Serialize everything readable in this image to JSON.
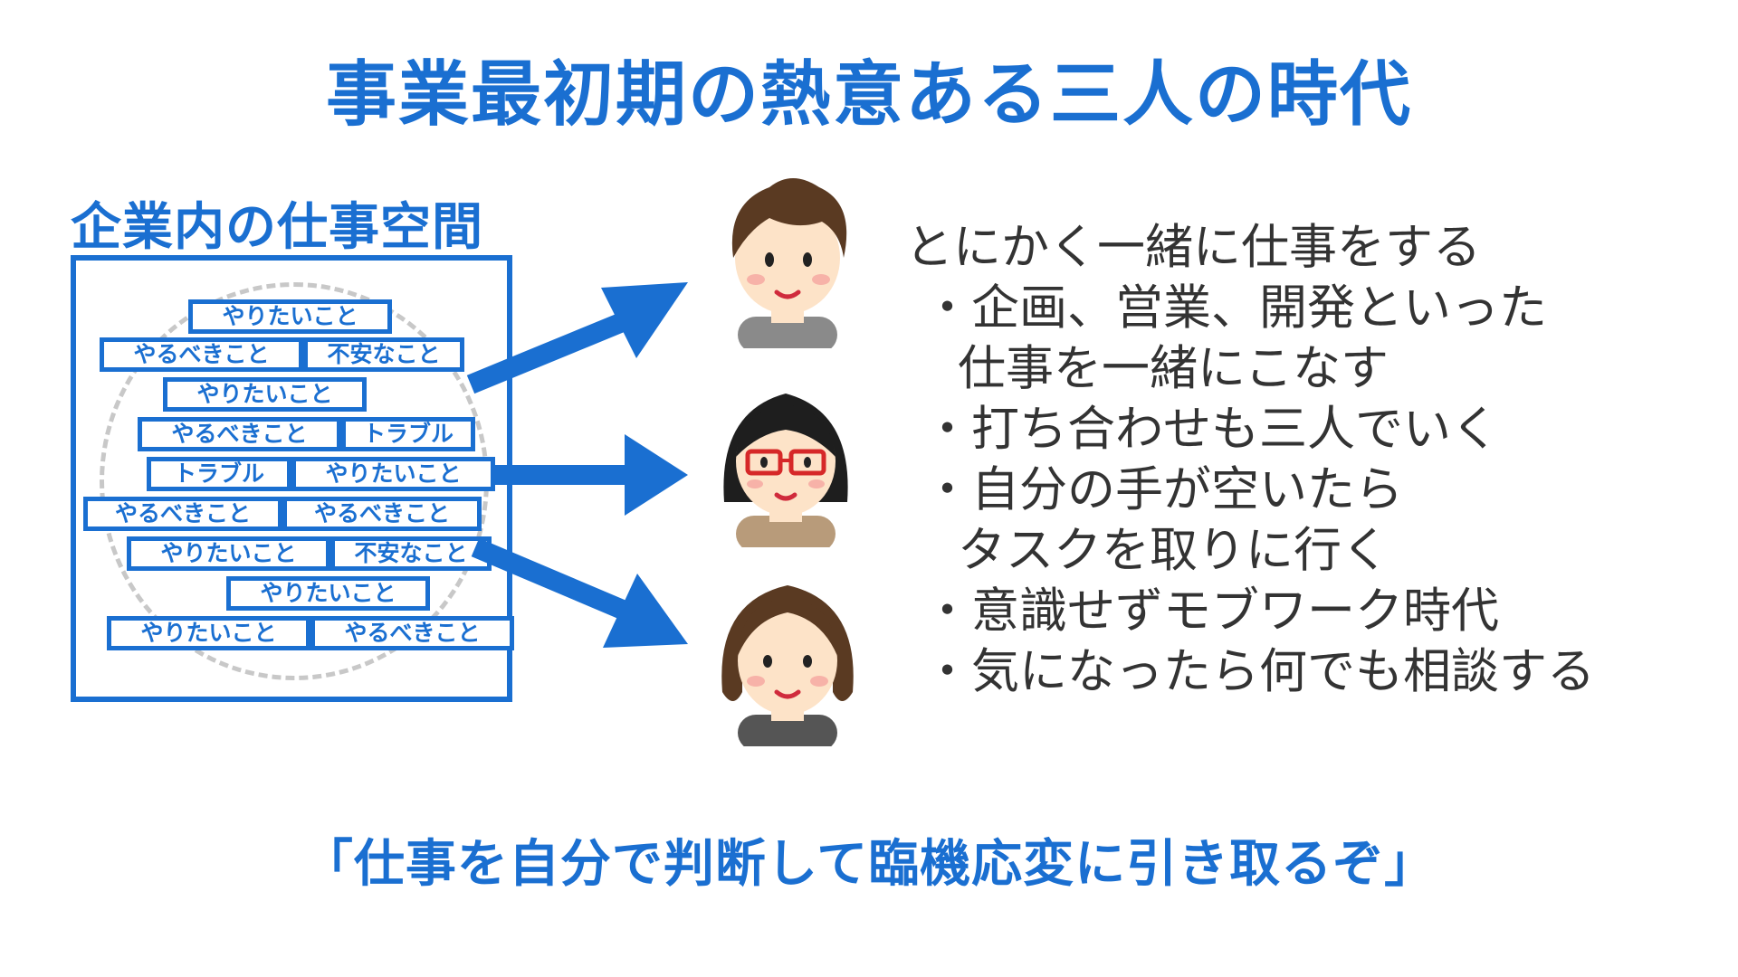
{
  "title": "事業最初期の熱意ある三人の時代",
  "workspace": {
    "label": "企業内の仕事空間",
    "tasks": [
      "やりたいこと",
      "やるべきこと",
      "不安なこと",
      "やりたいこと",
      "やるべきこと",
      "トラブル",
      "トラブル",
      "やりたいこと",
      "やるべきこと",
      "やるべきこと",
      "やりたいこと",
      "不安なこと",
      "やりたいこと",
      "やりたいこと",
      "やるべきこと"
    ]
  },
  "people": [
    {
      "name": "person-1-icon",
      "hair": "#5a3a22",
      "skin": "#fde3c8",
      "glasses": false,
      "clothes": "#8a8a8a"
    },
    {
      "name": "person-2-icon",
      "hair": "#1e1e1e",
      "skin": "#fde3c8",
      "glasses": true,
      "clothes": "#b89b7a"
    },
    {
      "name": "person-3-icon",
      "hair": "#5a3a22",
      "skin": "#fde3c8",
      "glasses": false,
      "clothes": "#555555"
    }
  ],
  "points": [
    {
      "kind": "lead",
      "text": "とにかく一緒に仕事をする"
    },
    {
      "kind": "bullet",
      "text": "・企画、営業、開発といった"
    },
    {
      "kind": "cont",
      "text": "仕事を一緒にこなす"
    },
    {
      "kind": "bullet",
      "text": "・打ち合わせも三人でいく"
    },
    {
      "kind": "bullet",
      "text": "・自分の手が空いたら"
    },
    {
      "kind": "cont",
      "text": "タスクを取りに行く"
    },
    {
      "kind": "bullet",
      "text": "・意識せずモブワーク時代"
    },
    {
      "kind": "bullet",
      "text": "・気になったら何でも相談する"
    }
  ],
  "conclusion": "「仕事を自分で判断して臨機応変に引き取るぞ」",
  "colors": {
    "accent": "#1a6fd1",
    "text": "#333333",
    "dashed_circle": "#c8c8c8"
  }
}
